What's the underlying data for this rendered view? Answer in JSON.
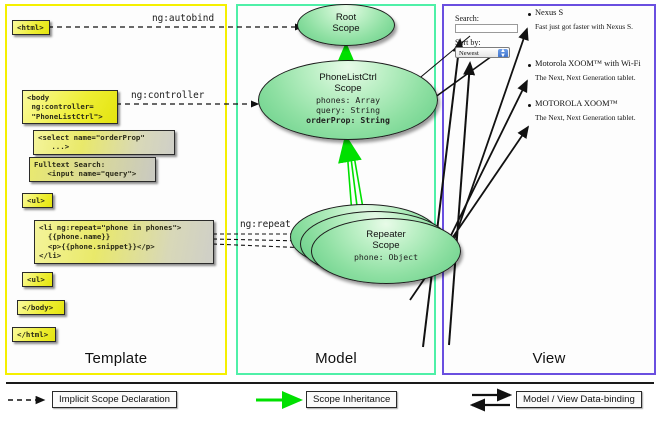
{
  "panels": {
    "template": {
      "label": "Template",
      "border_color": "#f5f000"
    },
    "model": {
      "label": "Model",
      "border_color": "#4ff0a8"
    },
    "view": {
      "label": "View",
      "border_color": "#6a4fe0"
    }
  },
  "template_code": [
    {
      "id": "html-open",
      "text": "<html>"
    },
    {
      "id": "body-open",
      "text": "<body\n ng:controller=\n \"PhoneListCtrl\">"
    },
    {
      "id": "select",
      "text": "<select name=\"orderProp\"\n   ...>"
    },
    {
      "id": "search",
      "text": "Fulltext Search:\n   <input name=\"query\">"
    },
    {
      "id": "ul-open",
      "text": "<ul>"
    },
    {
      "id": "li-repeat",
      "text": "<li ng:repeat=\"phone in phones\">\n  {{phone.name}}\n  <p>{{phone.snippet}}</p>\n</li>"
    },
    {
      "id": "ul-close",
      "text": "<ul>"
    },
    {
      "id": "body-close",
      "text": "</body>"
    },
    {
      "id": "html-close",
      "text": "</html>"
    }
  ],
  "scopes": [
    {
      "id": "root",
      "title": "Root\nScope",
      "props": []
    },
    {
      "id": "ctrl",
      "title": "PhoneListCtrl\nScope",
      "props": [
        {
          "text": "phones: Array",
          "bold": false
        },
        {
          "text": "query: String",
          "bold": false
        },
        {
          "text": "orderProp: String",
          "bold": true
        }
      ]
    },
    {
      "id": "repeater",
      "title": "Repeater\nScope",
      "props": [
        {
          "text": "phone: Object",
          "bold": false
        }
      ]
    }
  ],
  "edge_labels": {
    "autobind": "ng:autobind",
    "controller": "ng:controller",
    "repeat": "ng:repeat"
  },
  "view": {
    "search_label": "Search:",
    "search_value": "",
    "search_placeholder": "",
    "sort_label": "Sort by:",
    "sort_selected": "Newest",
    "sort_options": [
      "Newest"
    ],
    "phones": [
      {
        "name": "Nexus S",
        "snippet": "Fast just got faster with Nexus S."
      },
      {
        "name": "Motorola XOOM™ with Wi-Fi",
        "snippet": "The Next, Next Generation tablet."
      },
      {
        "name": "MOTOROLA XOOM™",
        "snippet": "The Next, Next Generation tablet."
      }
    ]
  },
  "legend": [
    {
      "id": "implicit",
      "label": "Implicit Scope Declaration",
      "style": "dashed-arrow",
      "color": "#111111"
    },
    {
      "id": "inheritance",
      "label": "Scope Inheritance",
      "style": "solid-arrow",
      "color": "#00e000"
    },
    {
      "id": "databinding",
      "label": "Model / View Data-binding",
      "style": "double-arrow",
      "color": "#111111"
    }
  ],
  "colors": {
    "code_yellow": "#eeee33",
    "scope_green": "#8fe0a3",
    "inherit_green": "#00e000",
    "template_border": "#f5f000",
    "model_border": "#4ff0a8",
    "view_border": "#6a4fe0"
  }
}
